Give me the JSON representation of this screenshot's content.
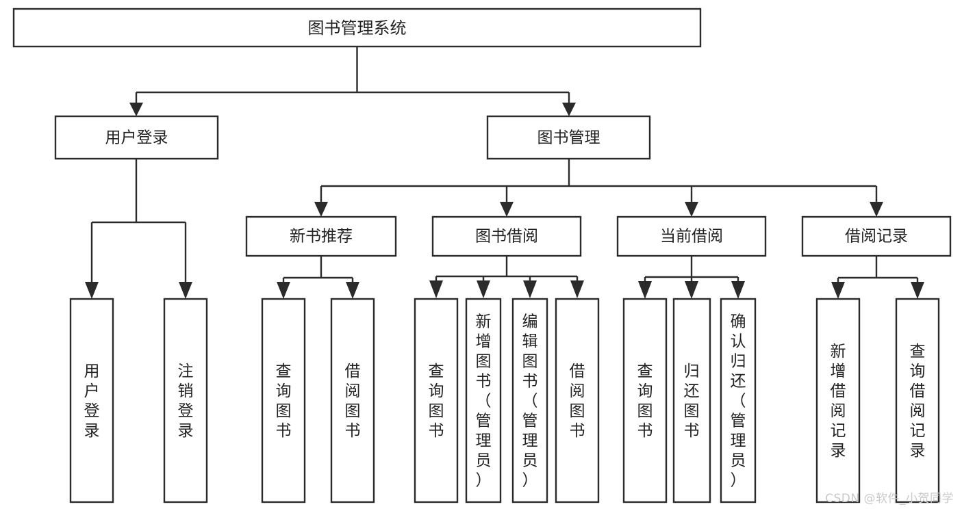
{
  "diagram": {
    "title": "图书管理系统",
    "type": "tree-hierarchy-chart",
    "orientation": "top-down",
    "colors": {
      "box_stroke": "#2b2b2b",
      "box_fill": "#ffffff",
      "text": "#222222",
      "background": "#ffffff",
      "watermark": "#c9c9c9"
    }
  },
  "root": {
    "label": "图书管理系统"
  },
  "level2": [
    {
      "label": "用户登录"
    },
    {
      "label": "图书管理"
    }
  ],
  "level3": [
    {
      "label": "新书推荐"
    },
    {
      "label": "图书借阅"
    },
    {
      "label": "当前借阅"
    },
    {
      "label": "借阅记录"
    }
  ],
  "leaves": {
    "user_login": [
      {
        "label": "用户登录"
      },
      {
        "label": "注销登录"
      }
    ],
    "new_book": [
      {
        "label": "查询图书"
      },
      {
        "label": "借阅图书"
      }
    ],
    "book_borrow": [
      {
        "label": "查询图书"
      },
      {
        "label": "新增图书（管理员）"
      },
      {
        "label": "编辑图书（管理员）"
      },
      {
        "label": "借阅图书"
      }
    ],
    "current_borrow": [
      {
        "label": "查询图书"
      },
      {
        "label": "归还图书"
      },
      {
        "label": "确认归还（管理员）"
      }
    ],
    "borrow_record": [
      {
        "label": "新增借阅记录"
      },
      {
        "label": "查询借阅记录"
      }
    ]
  },
  "watermark": {
    "text": "CSDN @软件_小贺同学"
  }
}
